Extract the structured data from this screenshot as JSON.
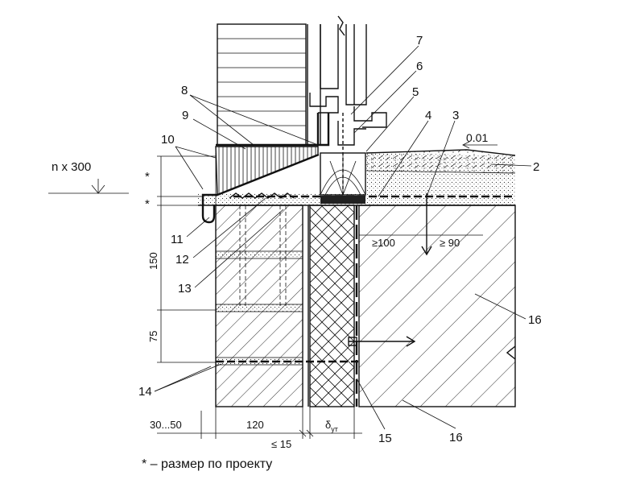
{
  "drawing": {
    "callouts": {
      "c2": "2",
      "c3": "3",
      "c4": "4",
      "c5": "5",
      "c6": "6",
      "c7": "7",
      "c8": "8",
      "c9": "9",
      "c10": "10",
      "c11": "11",
      "c12": "12",
      "c13": "13",
      "c14": "14",
      "c15": "15",
      "c16a": "16",
      "c16b": "16"
    },
    "dimensions": {
      "row_pitch": "n x 300",
      "star_top": "*",
      "star_bottom": "*",
      "height_150": "150",
      "height_75": "75",
      "width_30_50": "30...50",
      "width_120": "120",
      "gap_15": "≤ 15",
      "insulation_thickness_main": "δ",
      "insulation_thickness_sub": "ут",
      "anchor_100": "≥100",
      "anchor_90": "≥ 90",
      "slope": "0.01"
    },
    "note": "*  – размер по проекту"
  }
}
